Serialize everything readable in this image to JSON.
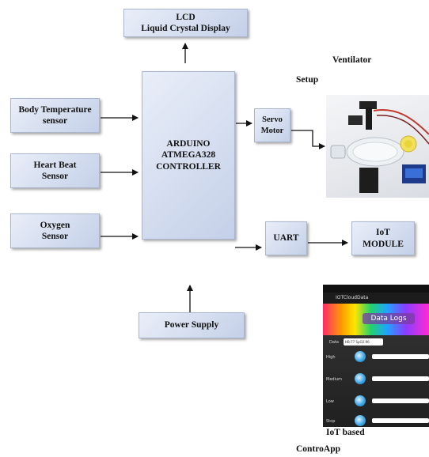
{
  "blocks": {
    "lcd": {
      "line1": "LCD",
      "line2": "Liquid Crystal Display"
    },
    "body_temp": {
      "line1": "Body Temperature",
      "line2": "sensor"
    },
    "heart_beat": {
      "line1": "Heart Beat",
      "line2": "Sensor"
    },
    "oxygen": {
      "line1": "Oxygen",
      "line2": "Sensor"
    },
    "arduino": {
      "line1": "ARDUINO",
      "line2": "ATMEGA328",
      "line3": "CONTROLLER"
    },
    "servo": {
      "line1": "Servo",
      "line2": "Motor"
    },
    "uart": {
      "line1": "UART"
    },
    "iot": {
      "line1": "IoT",
      "line2": "MODULE"
    },
    "power": {
      "line1": "Power Supply"
    }
  },
  "labels": {
    "ventilator": "Ventilator",
    "setup": "Setup",
    "iot_based": "IoT based",
    "contro_app": "ControApp"
  },
  "phone": {
    "app_name": "IOTCloudData",
    "banner": "Data Logs",
    "data_label": "Data",
    "data_value": "HB:77 SpO2:96",
    "rows": [
      "High",
      "Medium",
      "Low",
      "Stop"
    ]
  }
}
